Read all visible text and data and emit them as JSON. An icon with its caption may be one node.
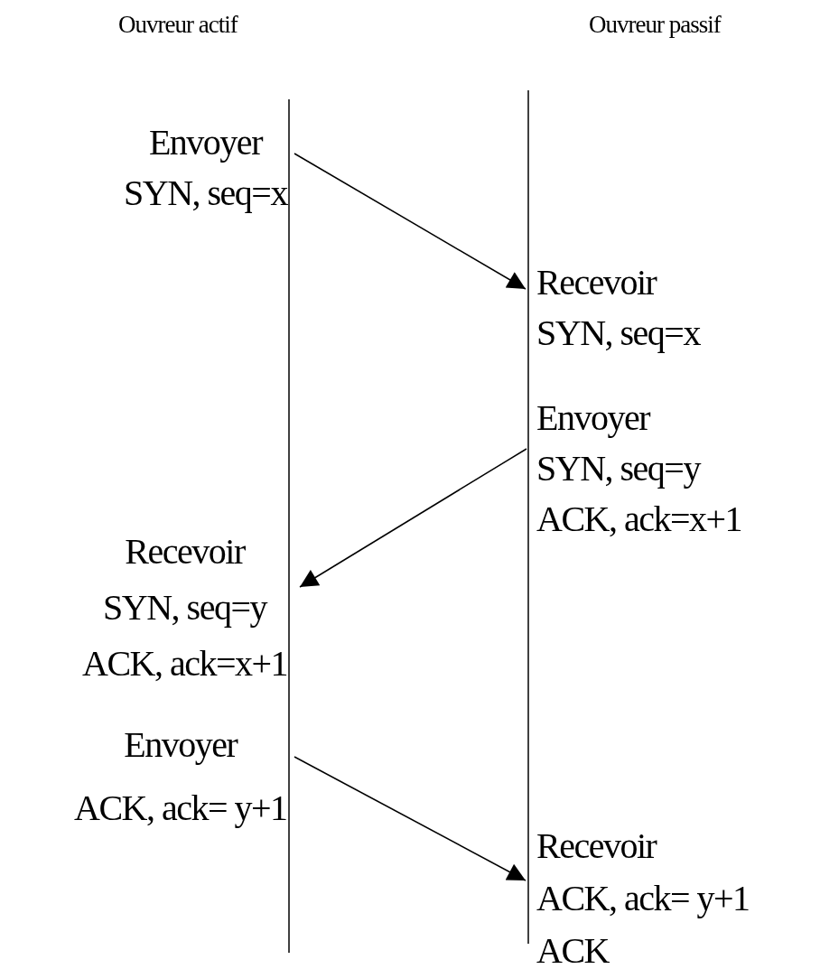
{
  "diagram": {
    "nodes": [
      {
        "text": [
          "Envoyer",
          "SYN, seq=x"
        ]
      },
      {
        "text": [
          "Recevoir",
          "SYN, seq=x"
        ]
      },
      {
        "text": [
          "Envoyer",
          "SYN, seq=y",
          "ACK, ack=x+1"
        ]
      },
      {
        "text": [
          "Recevoir",
          "SYN, seq=y",
          "ACK, ack=x+1"
        ]
      },
      {
        "text": [
          "Envoyer",
          "ACK, ack= y+1"
        ]
      },
      {
        "text": [
          "Recevoir",
          "ACK, ack= y+1",
          "ACK"
        ]
      }
    ],
    "edges": [
      {
        "from": 0,
        "to": 1,
        "arrow": "to"
      },
      {
        "from": 2,
        "to": 3,
        "arrow": "to"
      },
      {
        "from": 4,
        "to": 5,
        "arrow": "to"
      }
    ],
    "labels": [
      "Ouvreur actif",
      "Ouvreur passif"
    ]
  }
}
